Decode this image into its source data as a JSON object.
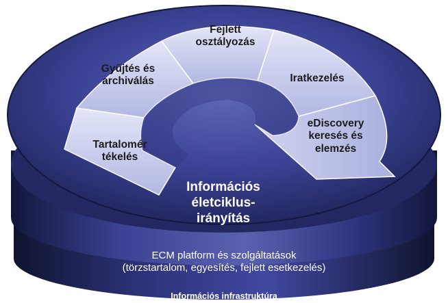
{
  "segments": [
    {
      "id": "collect",
      "line1": "Gyűjtés és",
      "line2": "archiválás"
    },
    {
      "id": "classify",
      "line1": "Fejlett",
      "line2": "osztályozás"
    },
    {
      "id": "records",
      "line1": "Iratkezelés",
      "line2": ""
    },
    {
      "id": "ediscovery",
      "line1": "eDiscovery",
      "line2": "keresés és",
      "line3": "elemzés"
    },
    {
      "id": "capacity",
      "line1": "Tartalomér",
      "line2": "tékelés"
    }
  ],
  "center": {
    "line1": "Információs",
    "line2": "életciklus-",
    "line3": "irányítás"
  },
  "platform": {
    "line1": "ECM platform és szolgáltatások",
    "line2": "(törzstartalom, egyesítés, fejlett esetkezelés)"
  },
  "infrastructure": {
    "label": "Információs infrastruktúra"
  },
  "colors": {
    "disk_dark": "#1d2255",
    "disk_mid": "#3a4192",
    "disk_light": "#6068b8",
    "ring_segment": "#c4c9ec",
    "ring_highlight": "#e3e6f8"
  }
}
